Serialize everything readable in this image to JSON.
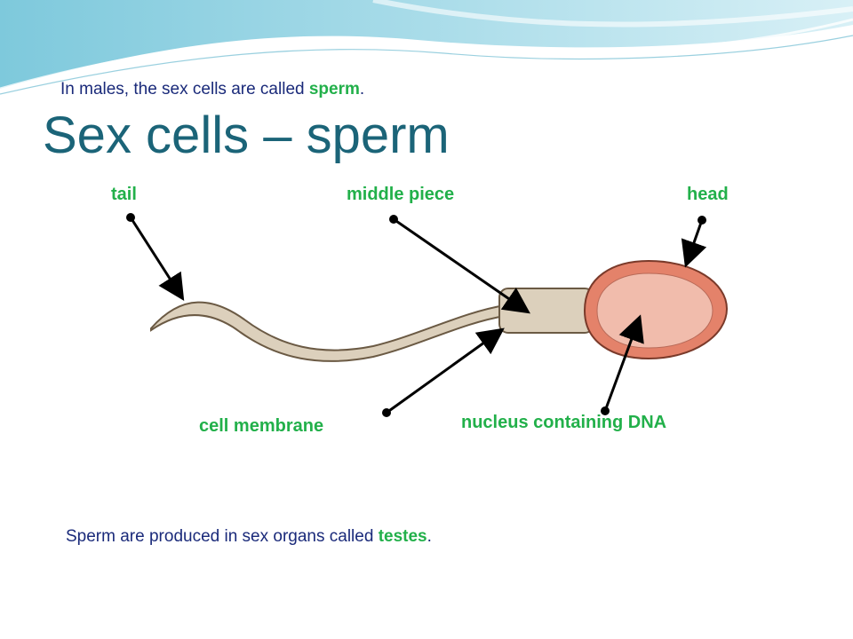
{
  "intro": {
    "prefix": "In males, the sex cells are called ",
    "emphasis": "sperm",
    "suffix": "."
  },
  "title": "Sex cells – sperm",
  "labels": {
    "tail": "tail",
    "middle_piece": "middle piece",
    "head": "head",
    "cell_membrane": "cell membrane",
    "nucleus": "nucleus containing DNA"
  },
  "footer": {
    "prefix": "Sperm are produced in sex organs called ",
    "emphasis": "testes",
    "suffix": "."
  },
  "colors": {
    "title": "#1b6478",
    "body_text": "#1a2a7a",
    "label_green": "#22b04a",
    "tail_fill": "#dcd0bc",
    "head_outer": "#e4826a",
    "head_inner": "#f1bcac",
    "arrow": "#000000"
  }
}
